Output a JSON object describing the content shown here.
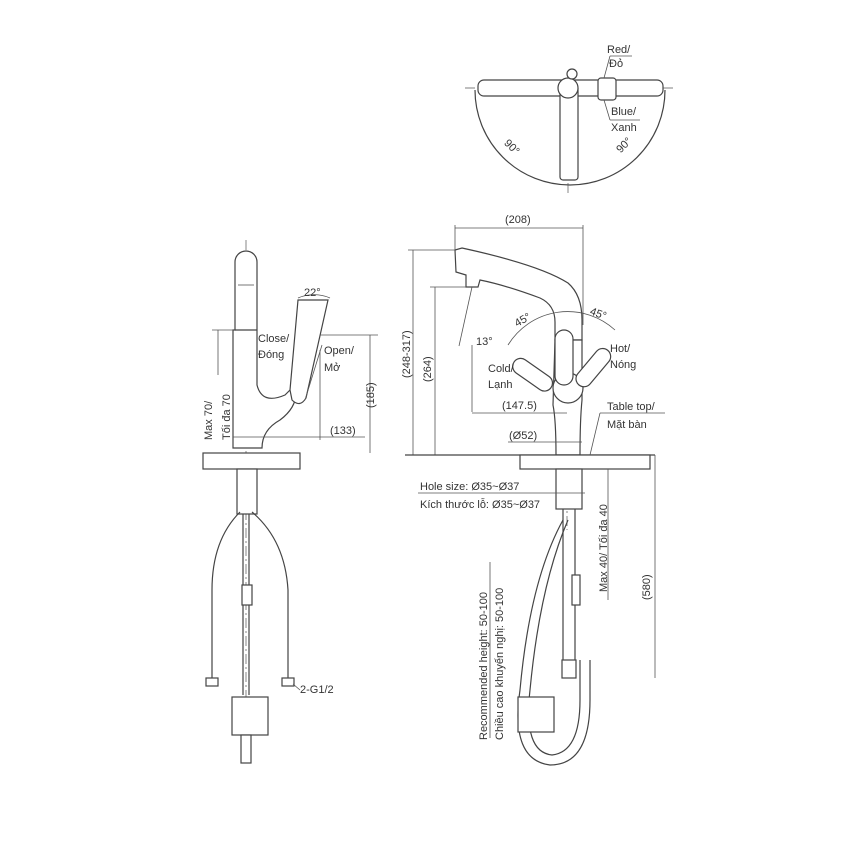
{
  "top_view": {
    "red_label": "Red/",
    "red_label_vi": "Đỏ",
    "blue_label": "Blue/",
    "blue_label_vi": "Xanh",
    "angle_left": "90°",
    "angle_right": "90°"
  },
  "side_view": {
    "angle_lever": "22°",
    "close_label": "Close/",
    "close_label_vi": "Đóng",
    "open_label": "Open/",
    "open_label_vi": "Mở",
    "dim_height": "(185)",
    "dim_reach": "(133)",
    "max_label": "Max 70/",
    "max_label_vi": "Tối đa 70",
    "connection": "2-G1/2"
  },
  "front_view": {
    "dim_width": "(208)",
    "dim_total_height": "(248-317)",
    "dim_spout_height": "(264)",
    "dim_spout_reach": "(147.5)",
    "dim_base": "(Ø52)",
    "angle_spray": "13°",
    "angle_cold": "45°",
    "angle_hot": "45°",
    "cold_label": "Cold/",
    "cold_label_vi": "Lạnh",
    "hot_label": "Hot/",
    "hot_label_vi": "Nóng",
    "table_top": "Table top/",
    "table_top_vi": "Mặt bàn",
    "hole_size": "Hole size: Ø35~Ø37",
    "hole_size_vi": "Kích thước lỗ: Ø35~Ø37",
    "max_thickness": "Max 40/ Tối đa 40",
    "dim_hose": "(580)",
    "recommended": "Recommended height: 50-100",
    "recommended_vi": "Chiều cao khuyến nghị: 50-100"
  }
}
